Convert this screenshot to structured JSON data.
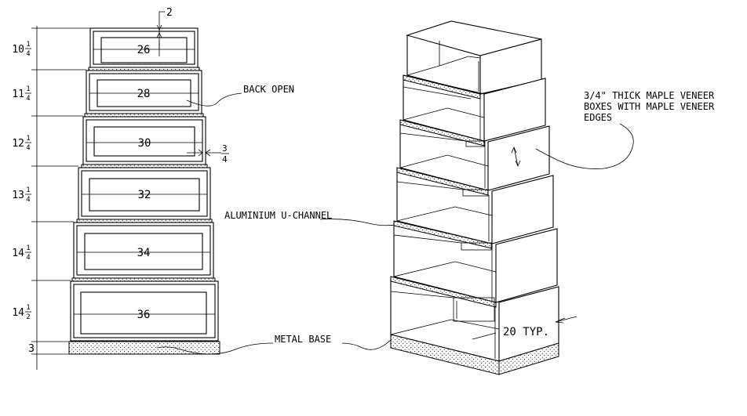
{
  "elevation": {
    "top_dim": "2",
    "right_dim": {
      "num": "3",
      "den": "4"
    },
    "boxes": [
      {
        "width_label": "26",
        "height": {
          "whole": "10",
          "num": "1",
          "den": "4"
        }
      },
      {
        "width_label": "28",
        "height": {
          "whole": "11",
          "num": "1",
          "den": "4"
        }
      },
      {
        "width_label": "30",
        "height": {
          "whole": "12",
          "num": "1",
          "den": "4"
        }
      },
      {
        "width_label": "32",
        "height": {
          "whole": "13",
          "num": "1",
          "den": "4"
        }
      },
      {
        "width_label": "34",
        "height": {
          "whole": "14",
          "num": "1",
          "den": "4"
        }
      },
      {
        "width_label": "36",
        "height": {
          "whole": "14",
          "num": "1",
          "den": "2"
        }
      }
    ],
    "base_height": "3"
  },
  "notes": {
    "back_open": "BACK OPEN",
    "aluminium_u_channel": "ALUMINIUM U-CHANNEL",
    "metal_base": "METAL BASE",
    "veneer_line1": "3/4\" THICK MAPLE VENEER",
    "veneer_line2": "BOXES WITH MAPLE VENEER",
    "veneer_line3": "EDGES",
    "typ_dim": "20 TYP."
  }
}
